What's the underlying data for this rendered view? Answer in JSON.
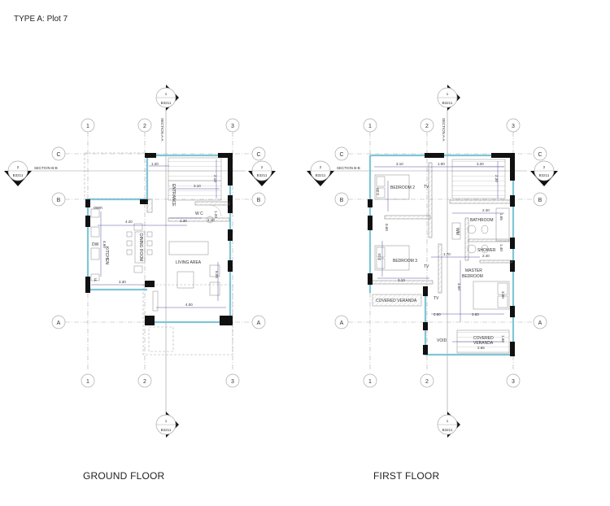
{
  "sheet": {
    "title": "TYPE A: Plot 7",
    "accent_wall_color": "#7fc6d6",
    "solid_wall_color": "#111111",
    "dimension_color": "#2a2a8a"
  },
  "ground_floor": {
    "label": "GROUND FLOOR",
    "grid_columns": [
      "1",
      "2",
      "3"
    ],
    "grid_rows": [
      "C",
      "B",
      "A"
    ],
    "section_aa": {
      "number": "1",
      "sheet": "B3211",
      "label": "SECTION A-A"
    },
    "section_bb": {
      "number": "2",
      "sheet": "B3211",
      "label": "SECTION B-B"
    },
    "rooms": {
      "entrance": "ENTRANCE",
      "wc": "W C",
      "kitchen": "KITCHEN",
      "dining_room": "DINING ROOM",
      "living_area": "LIVING AREA",
      "oven": "oven",
      "dw": "DW",
      "fridge": "F"
    },
    "dimensions": {
      "entrance_w": "1.20",
      "stair_w": "3.10",
      "stair_h": "2.10",
      "wc_w": "1.30",
      "wc_d": "1.10",
      "wc_h": "1.20",
      "dining_w": "4.20",
      "kitchen_h": "4.60",
      "kitchen_w": "3.30",
      "living_h": "5.05",
      "living_w": "4.00"
    }
  },
  "first_floor": {
    "label": "FIRST FLOOR",
    "grid_columns": [
      "1",
      "2",
      "3"
    ],
    "grid_rows": [
      "C",
      "B",
      "A"
    ],
    "section_aa": {
      "number": "1",
      "sheet": "B3211",
      "label": "SECTION A-A"
    },
    "section_bb": {
      "number": "2",
      "sheet": "B3211",
      "label": "SECTION B-B"
    },
    "rooms": {
      "bedroom2": "BEDROOM 2",
      "bedroom3": "BEDROOM 3",
      "bathroom": "BATHROOM",
      "shower": "SHOWER",
      "master": "MASTER",
      "master2": "BEDROOM",
      "covered_veranda_1": "COVERED VERANDA",
      "covered_veranda_2a": "COVERED",
      "covered_veranda_2b": "VERANDA",
      "void": "VOID",
      "tv1": "TV",
      "tv2": "TV",
      "tv3": "TV",
      "wm": "WM"
    },
    "dimensions": {
      "bed2_w": "3.10",
      "bed2_h": "3.20",
      "hall_w": "1.00",
      "stair_w": "3.20",
      "stair_h": "2.30",
      "bath_w": "2.40",
      "bath_h": "1.65",
      "hall_h": "0.60",
      "bed3_h": "3.15",
      "bed3_w": "3.10",
      "shower_w": "2.40",
      "shower_h": "1.40",
      "landing": "1.70",
      "master_h": "3.60",
      "master_bed": "3.50",
      "master_w": "3.60",
      "void_w": "0.60",
      "veranda_h": "1.50",
      "veranda_w": "2.65"
    }
  }
}
